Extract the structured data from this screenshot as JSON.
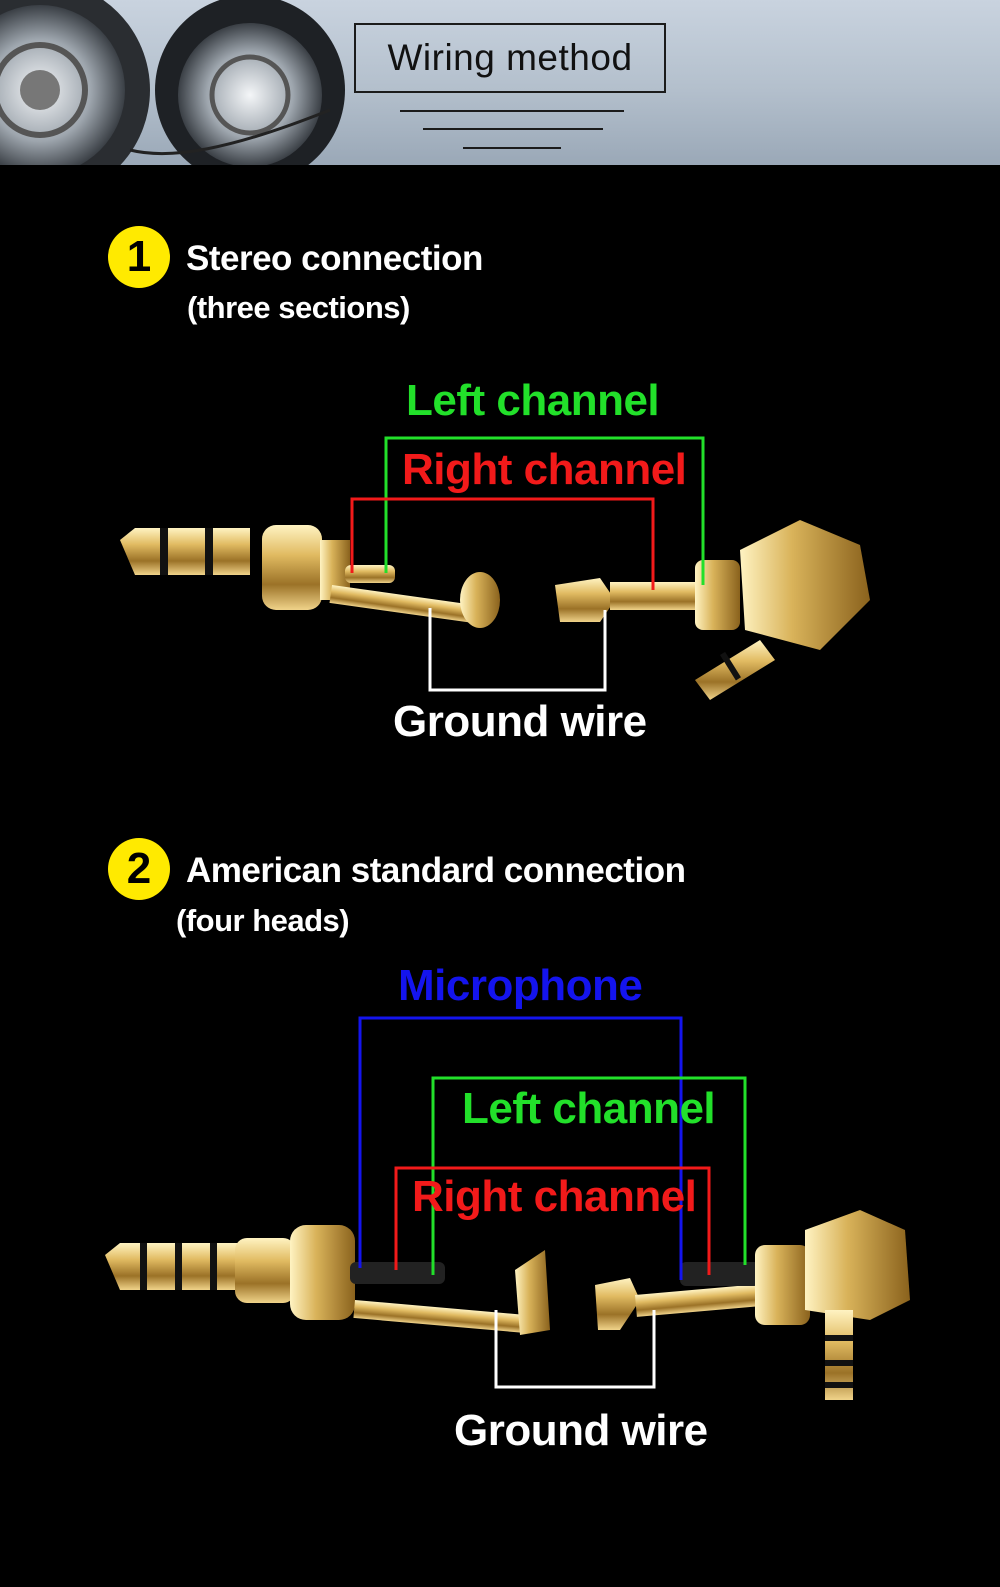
{
  "header": {
    "title": "Wiring method"
  },
  "section1": {
    "number": "1",
    "title": "Stereo connection",
    "subtitle": "(three sections)",
    "labels": {
      "left": "Left channel",
      "right": "Right channel",
      "ground": "Ground wire"
    }
  },
  "section2": {
    "number": "2",
    "title": "American standard connection",
    "subtitle": "(four heads)",
    "labels": {
      "mic": "Microphone",
      "left": "Left channel",
      "right": "Right channel",
      "ground": "Ground wire"
    }
  },
  "colors": {
    "left": "#22e02a",
    "right": "#f21a1a",
    "mic": "#1414ee",
    "ground": "#ffffff",
    "badge": "#ffea00",
    "gold": "#d9b35a"
  }
}
